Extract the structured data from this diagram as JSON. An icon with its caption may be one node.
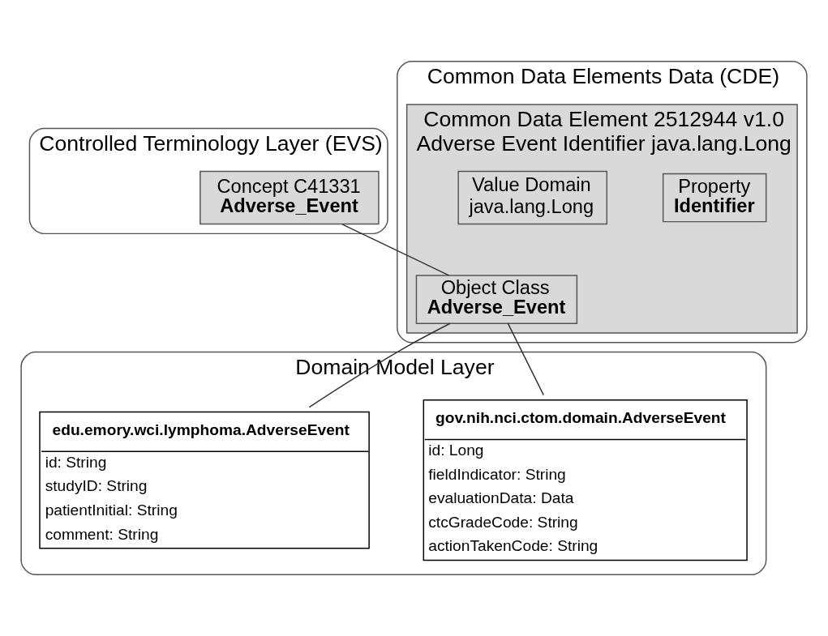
{
  "diagram": {
    "nodes": [
      {
        "text": [
          "Controlled Terminology Layer (EVS)"
        ]
      },
      {
        "text": [
          "Concept C41331",
          "Adverse_Event"
        ],
        "in": 0
      },
      {
        "text": [
          "Common Data Elements Data (CDE)"
        ]
      },
      {
        "text": [
          "Common Data Element 2512944 v1.0",
          "Adverse Event Identifier java.lang.Long"
        ],
        "in": 2
      },
      {
        "text": [
          "Object Class",
          "Adverse_Event"
        ],
        "in": 3
      },
      {
        "text": [
          "Property",
          "Identifier"
        ],
        "in": 3
      },
      {
        "text": [
          "Value Domain",
          "java.lang.Long"
        ],
        "in": 3
      },
      {
        "text": [
          "Domain Model Layer"
        ]
      },
      {
        "text": [
          "gov.nih.nci.ctom.domain.AdverseEvent",
          "id: Long",
          "fieldIndicator: String",
          "evaluationData: Data",
          "ctcGradeCode: String",
          "actionTakenCode: String"
        ],
        "in": 7
      },
      {
        "text": [
          "edu.emory.wci.lymphoma.AdverseEvent",
          "id: String",
          "studyID: String",
          "patientInitial: String",
          "comment: String"
        ],
        "in": 7
      }
    ],
    "edges": [
      {
        "from": 1,
        "to": 4,
        "arrow": "none"
      },
      {
        "from": 4,
        "to": 8,
        "arrow": "none"
      },
      {
        "from": 4,
        "to": 9,
        "arrow": "none"
      }
    ]
  }
}
